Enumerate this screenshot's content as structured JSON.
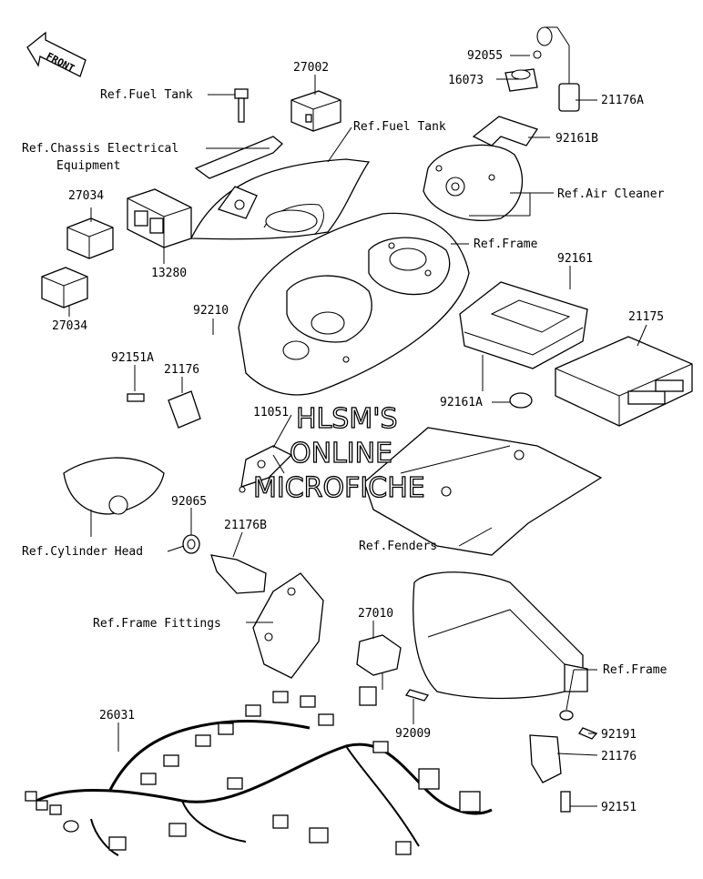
{
  "orientation_badge": "FRONT",
  "parts": {
    "p27002": "27002",
    "p92055": "92055",
    "p16073": "16073",
    "p21176A": "21176A",
    "p92161B": "92161B",
    "p27034a": "27034",
    "p27034b": "27034",
    "p13280": "13280",
    "p92161": "92161",
    "p92210": "92210",
    "p21175": "21175",
    "p92151A": "92151A",
    "p21176a": "21176",
    "p92161A": "92161A",
    "p11051": "11051",
    "p92065": "92065",
    "p21176B": "21176B",
    "p27010": "27010",
    "p26031": "26031",
    "p92009": "92009",
    "p92191": "92191",
    "p21176b": "21176",
    "p92151": "92151"
  },
  "refs": {
    "fuel_tank_1": "Ref.Fuel Tank",
    "fuel_tank_2": "Ref.Fuel Tank",
    "chassis_line1": "Ref.Chassis Electrical",
    "chassis_line2": "Equipment",
    "air_cleaner": "Ref.Air Cleaner",
    "frame_1": "Ref.Frame",
    "cylinder_head": "Ref.Cylinder Head",
    "fenders": "Ref.Fenders",
    "frame_fittings": "Ref.Frame Fittings",
    "frame_2": "Ref.Frame"
  },
  "watermark": {
    "line1": "HLSM'S",
    "line2": "ONLINE",
    "line3": "MICROFICHE"
  }
}
